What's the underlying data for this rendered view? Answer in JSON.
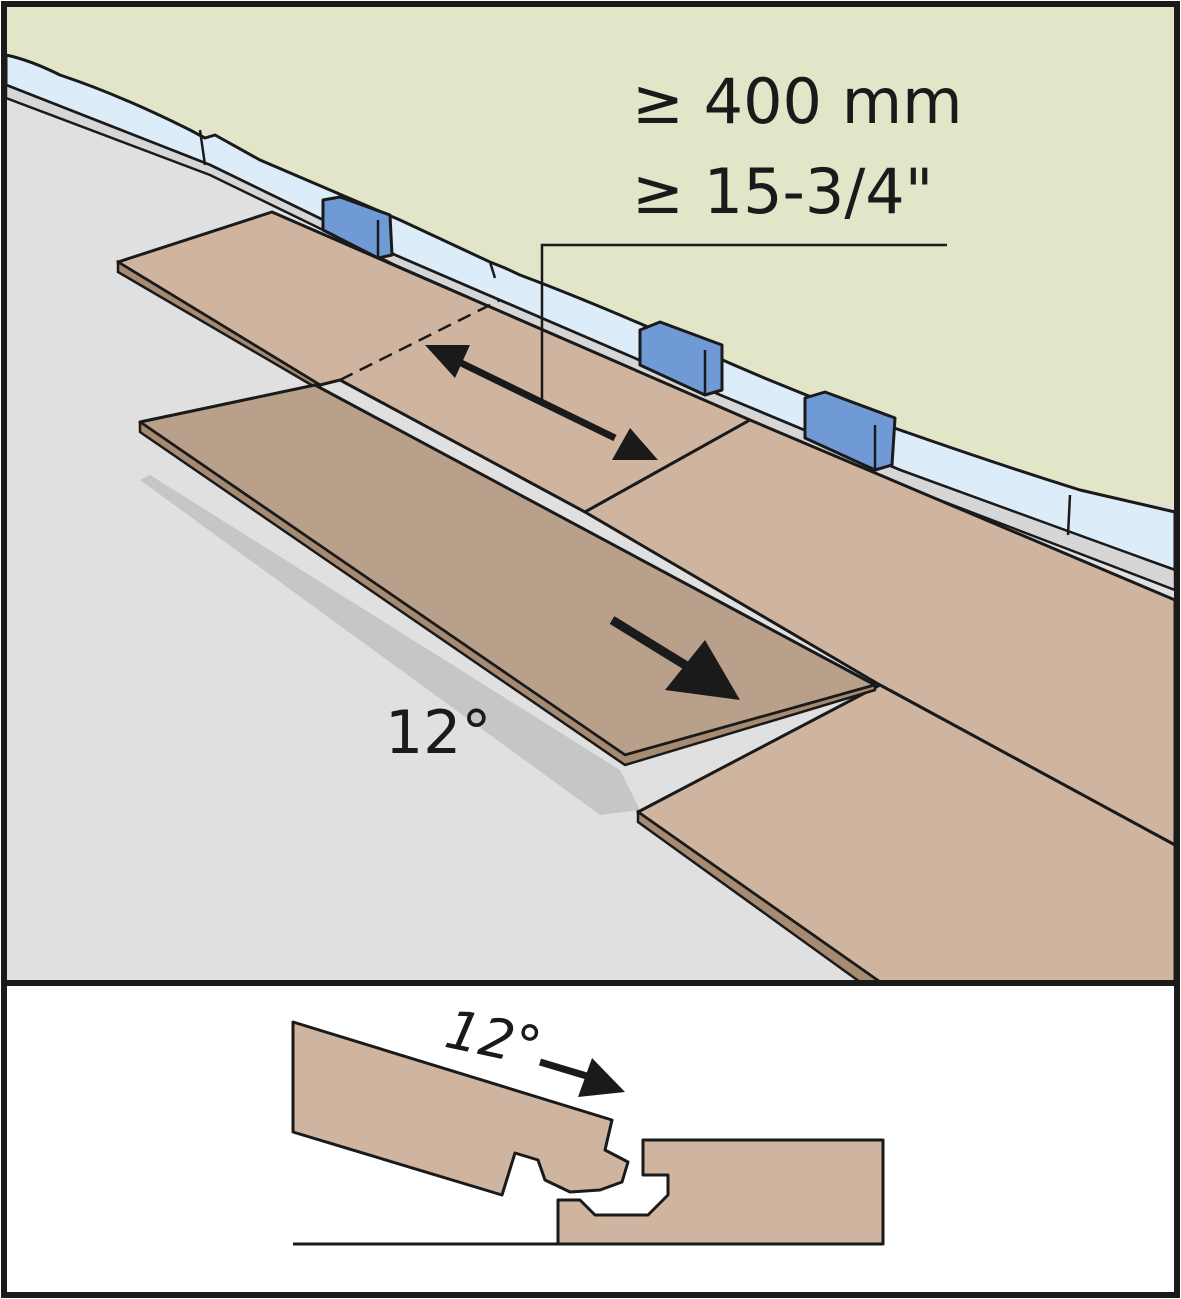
{
  "labels": {
    "min_distance_mm": "≥ 400 mm",
    "min_distance_in": "≥ 15-3/4\"",
    "angle_main": "12°",
    "angle_detail": "12°"
  },
  "colors": {
    "wall": "#e3e5c8",
    "floor": "#e0e0e0",
    "shadow": "#c6c6c6",
    "underlay": "#dcecf8",
    "plank": "#cfb59f",
    "plank_angled": "#b8a08b",
    "plank_edge": "#a68a72",
    "spacer": "#6f9ad6",
    "outline": "#1a1a1a",
    "panel_bg": "#ffffff"
  },
  "icons": {
    "distance_arrow": "double-arrow-icon",
    "push_arrow": "arrow-right-down-icon",
    "detail_arrow": "arrow-right-icon",
    "spacer": "spacer-block-icon"
  }
}
